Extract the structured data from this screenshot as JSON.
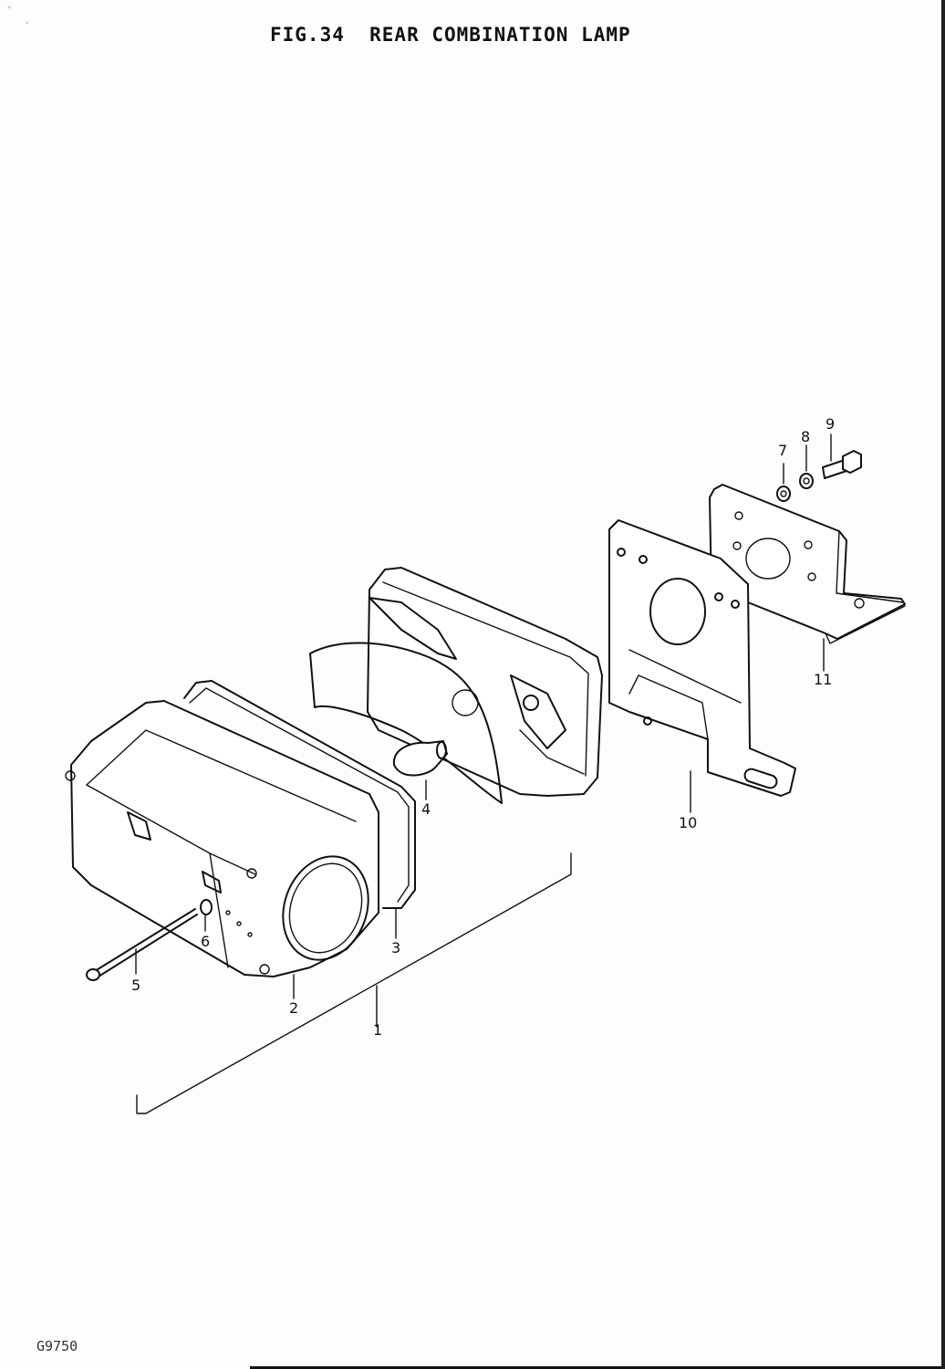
{
  "title": "FIG.34  REAR COMBINATION LAMP",
  "drawing_code": "G9750",
  "callouts": [
    "1",
    "2",
    "3",
    "4",
    "5",
    "6",
    "7",
    "8",
    "9",
    "10",
    "11"
  ]
}
